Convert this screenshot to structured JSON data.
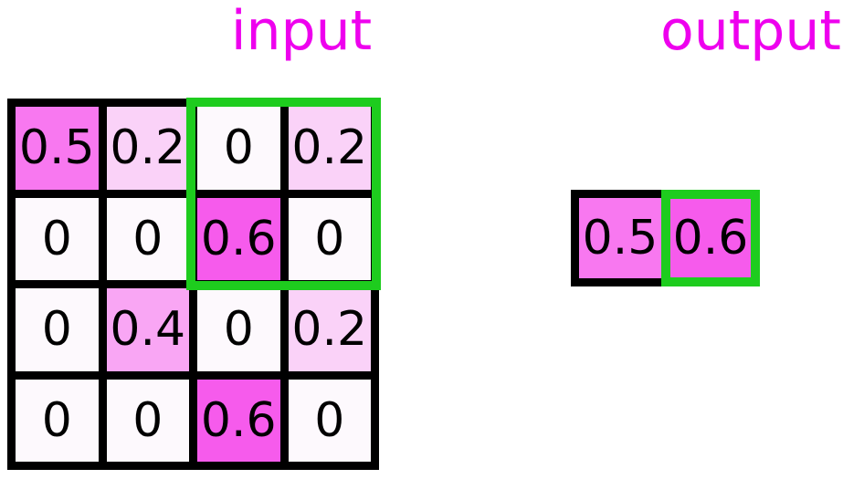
{
  "figure": {
    "input": {
      "title": "input",
      "matrix": [
        [
          0.5,
          0.2,
          0,
          0.2
        ],
        [
          0,
          0,
          0.6,
          0
        ],
        [
          0,
          0.4,
          0,
          0.2
        ],
        [
          0,
          0,
          0.6,
          0
        ]
      ],
      "cells": [
        {
          "value": "0.5",
          "bg": "#F878F0"
        },
        {
          "value": "0.2",
          "bg": "#FAD2F8"
        },
        {
          "value": "0",
          "bg": "#FDF9FD"
        },
        {
          "value": "0.2",
          "bg": "#FAD2F8"
        },
        {
          "value": "0",
          "bg": "#FDF9FD"
        },
        {
          "value": "0",
          "bg": "#FDF9FD"
        },
        {
          "value": "0.6",
          "bg": "#F65BEC"
        },
        {
          "value": "0",
          "bg": "#FDF9FD"
        },
        {
          "value": "0",
          "bg": "#FDF9FD"
        },
        {
          "value": "0.4",
          "bg": "#F9A6F4"
        },
        {
          "value": "0",
          "bg": "#FDF9FD"
        },
        {
          "value": "0.2",
          "bg": "#FAD2F8"
        },
        {
          "value": "0",
          "bg": "#FDF9FD"
        },
        {
          "value": "0",
          "bg": "#FDF9FD"
        },
        {
          "value": "0.6",
          "bg": "#F65BEC"
        },
        {
          "value": "0",
          "bg": "#FDF9FD"
        }
      ],
      "highlight_window": "rows 1-2, cols 3-4"
    },
    "output": {
      "title": "output",
      "values": [
        0.5,
        0.6
      ],
      "cells": [
        {
          "value": "0.5",
          "bg": "#F878F0",
          "highlighted": false
        },
        {
          "value": "0.6",
          "bg": "#F65BEC",
          "highlighted": true
        }
      ]
    },
    "colors": {
      "title_text": "#EE00EE",
      "grid_border": "#000000",
      "highlight_border": "#1ECC1E",
      "cell_text": "#000000",
      "background": "#FFFFFF"
    }
  }
}
